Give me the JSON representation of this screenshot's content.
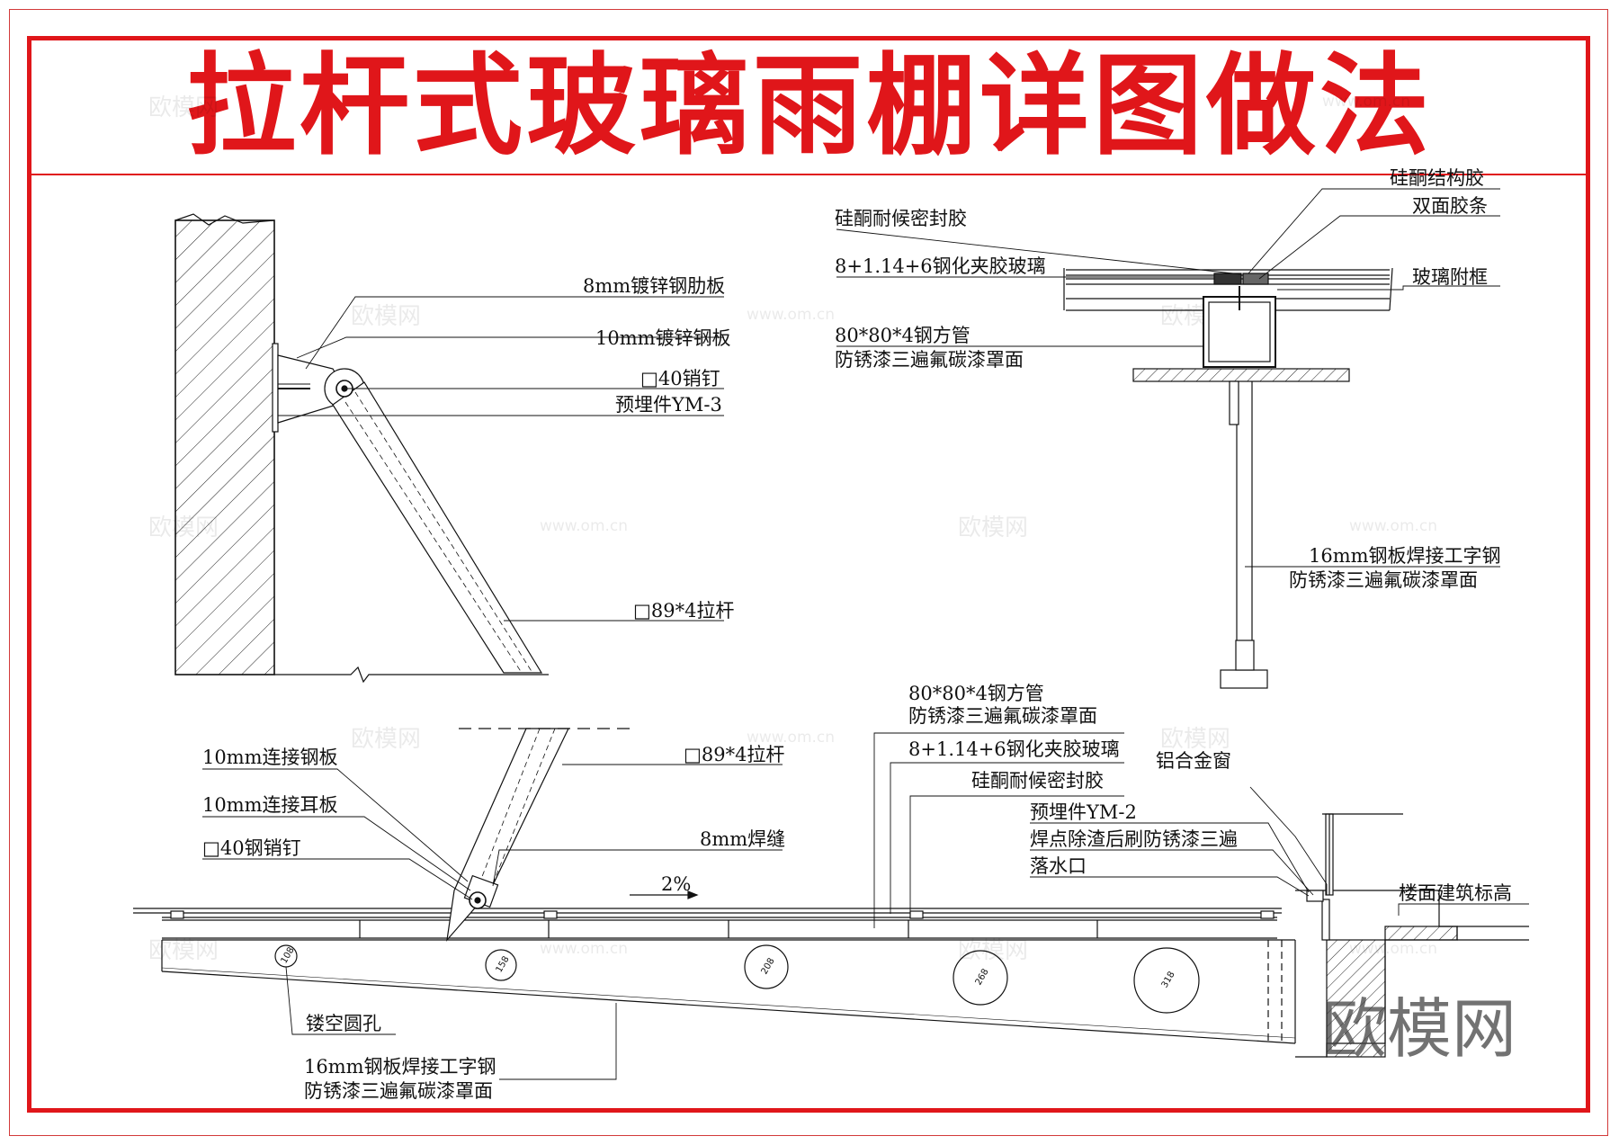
{
  "title": "拉杆式玻璃雨棚详图做法",
  "brand": "欧模网",
  "watermarks": {
    "cn": "欧模网",
    "url": "www.om.cn"
  },
  "detail_a_labels": {
    "rib_plate": "8mm镀锌钢肋板",
    "steel_plate": "10mm镀锌钢板",
    "pin": "□40销钉",
    "embed": "预埋件YM-3",
    "rod": "□89*4拉杆"
  },
  "detail_b_labels": {
    "structural_silicone": "硅酮结构胶",
    "weather_silicone": "硅酮耐候密封胶",
    "double_tape": "双面胶条",
    "glass": "8+1.14+6钢化夹胶玻璃",
    "glass_frame": "玻璃附框",
    "tube_1": "80*80*4钢方管",
    "tube_2": "防锈漆三遍氟碳漆罩面",
    "beam_1": "16mm钢板焊接工字钢",
    "beam_2": "防锈漆三遍氟碳漆罩面"
  },
  "detail_c_labels": {
    "tube_1": "80*80*4钢方管",
    "tube_2": "防锈漆三遍氟碳漆罩面",
    "glass": "8+1.14+6钢化夹胶玻璃",
    "weather_silicone": "硅酮耐候密封胶",
    "alu_window": "铝合金窗",
    "embed": "预埋件YM-2",
    "weld_note": "焊点除渣后刷防锈漆三遍",
    "drain": "落水口",
    "floor_level": "楼面建筑标高",
    "connect_plate": "10mm连接钢板",
    "ear_plate": "10mm连接耳板",
    "pin": "□40钢销钉",
    "rod": "□89*4拉杆",
    "weld": "8mm焊缝",
    "slope": "2%",
    "holes": "镂空圆孔",
    "beam_1": "16mm钢板焊接工字钢",
    "beam_2": "防锈漆三遍氟碳漆罩面"
  },
  "hole_diameters": [
    "108",
    "158",
    "208",
    "268",
    "318"
  ],
  "colors": {
    "frame": "#e0161a",
    "line": "#111111"
  }
}
